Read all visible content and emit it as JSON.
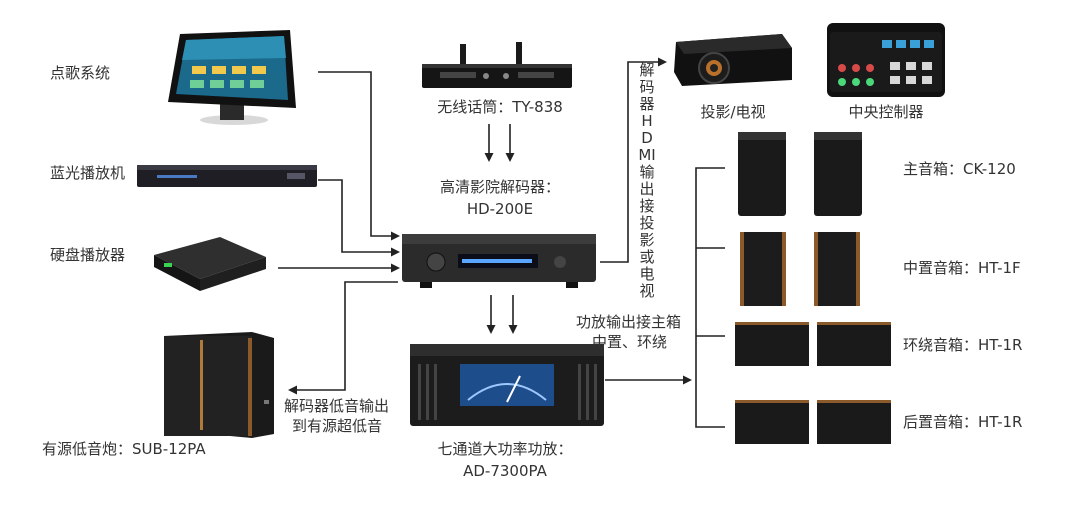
{
  "sources": {
    "song_system": "点歌系统",
    "bluray": "蓝光播放机",
    "hdd": "硬盘播放器"
  },
  "mic": "无线话筒：TY-838",
  "decoder": {
    "title": "高清影院解码器：",
    "model": "HD-200E"
  },
  "hdmi_note": "解码器HDMI输出接投影或电视",
  "display": {
    "projector": "投影/电视",
    "controller": "中央控制器"
  },
  "speakers": {
    "main": "主音箱：CK-120",
    "center": "中置音箱：HT-1F",
    "surround": "环绕音箱：HT-1R",
    "rear": "后置音箱：HT-1R"
  },
  "amp_note": {
    "line1": "功放输出接主箱",
    "line2": "中置、环绕"
  },
  "amp": {
    "title": "七通道大功率功放：",
    "model": "AD-7300PA"
  },
  "sub_note": {
    "line1": "解码器低音输出",
    "line2": "到有源超低音"
  },
  "subwoofer": "有源低音炮：SUB-12PA"
}
